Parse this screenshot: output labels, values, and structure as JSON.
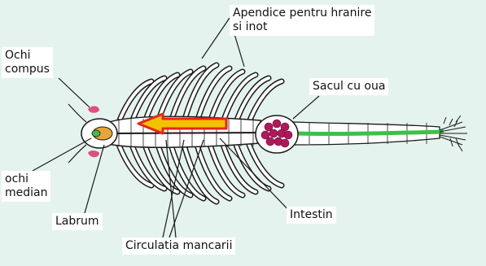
{
  "labels": {
    "appendages_line1": "Apendice pentru hranire",
    "appendages_line2": "si inot",
    "compound_eye_line1": "Ochi",
    "compound_eye_line2": "compus",
    "egg_sac": "Sacul cu oua",
    "median_eye_line1": "ochi",
    "median_eye_line2": "median",
    "labrum": "Labrum",
    "intestine": "Intestin",
    "food_circulation": "Circulatia mancarii"
  },
  "colors": {
    "background": "#e4f3ee",
    "label_box": "#ffffff",
    "outline": "#1a1a1a",
    "eggs": "#b0185a",
    "intestine": "#3fbf4a",
    "arrow_body": "#f2c200",
    "arrow_outline": "#e8251b",
    "head_eye_marks": "#e0507a"
  }
}
